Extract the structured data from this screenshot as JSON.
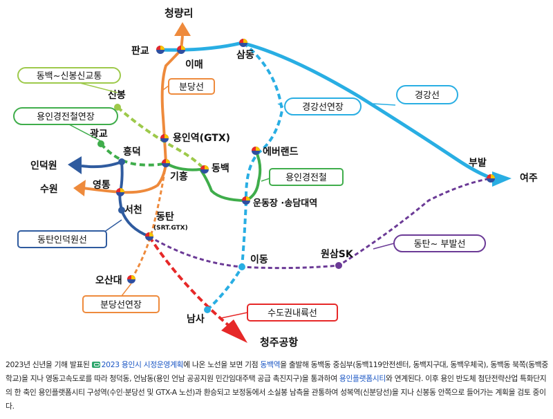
{
  "colors": {
    "gyeonggang": "#29aee3",
    "gyeonggang_ext": "#29aee3",
    "bundang": "#ee8a3c",
    "bundang_ext": "#ee8a3c",
    "everline": "#3fad4b",
    "dongbaek_sinbong": "#9dc94a",
    "yongin_gyeongjeon_ext": "#3fad4b",
    "dongtan_indeogwon": "#2f5b9f",
    "dongtan_bubal": "#6b3a96",
    "sudo_inland": "#e62828"
  },
  "stations": {
    "cheongnyangni": "청량리",
    "pangyo": "판교",
    "imae": "이매",
    "samdong": "삼동",
    "sinbong": "신봉",
    "gwanggyo": "광교",
    "yongin_gtx": "용인역(GTX)",
    "heungdeok": "흥덕",
    "indeogwon": "인덕원",
    "suwon": "수원",
    "yeongtong": "영통",
    "giheung": "기흥",
    "dongbaek": "동백",
    "everland": "에버랜드",
    "undongjang": "운동장 ·송담대역",
    "bubal": "부발",
    "yeoju": "여주",
    "seocheon": "서천",
    "dongtan": "동탄",
    "dongtan_sub": "(SRT.GTX)",
    "idong": "이동",
    "wonsam_sk": "원삼SK",
    "osan_univ": "오산대",
    "namsa": "남사",
    "cheongju_airport": "청주공항"
  },
  "line_labels": {
    "dongbaek_sinbong": "동백~신봉신교통",
    "bundang": "분당선",
    "yongin_gyeongjeon_ext": "용인경전철연장",
    "gyeonggang_ext": "경강선연장",
    "gyeonggang": "경강선",
    "yongin_light_rail": "용인경전철",
    "dongtan_indeogwon": "동탄인덕원선",
    "dongtan_bubal": "동탄~ 부발선",
    "bundang_ext": "분당선연장",
    "sudo_inland": "수도권내륙선"
  },
  "caption": {
    "p1": "2023년 신년을 기해 발표된 ",
    "link1": "2023 용인시 시정운영계획",
    "p2": "에 나온 노선을 보면 기점 ",
    "link2": "동백역",
    "p3": "을 출발해 동백동 중심부(동백119안전센터, 동백지구대, 동백우체국), 동백동 북쪽(동백중학교)을 지나 영동고속도로를 따라 청덕동, 언남동(용인 언남 공공지원 민간임대주택 공급 촉진지구)을 통과하여 ",
    "link3": "용인플랫폼시티",
    "p4": "와 연계된다. 이후 용인 반도체 첨단전략산업 특화단지의 한 축인 용인플랫폼시티 구성역(수인·분당선 및 GTX-A 노선)과 환승되고 보정동에서 소실봉 남측을 관통하여 성복역(신분당선)을 지나 신봉동 안쪽으로 들어가는 계획을 검토 중이다."
  }
}
